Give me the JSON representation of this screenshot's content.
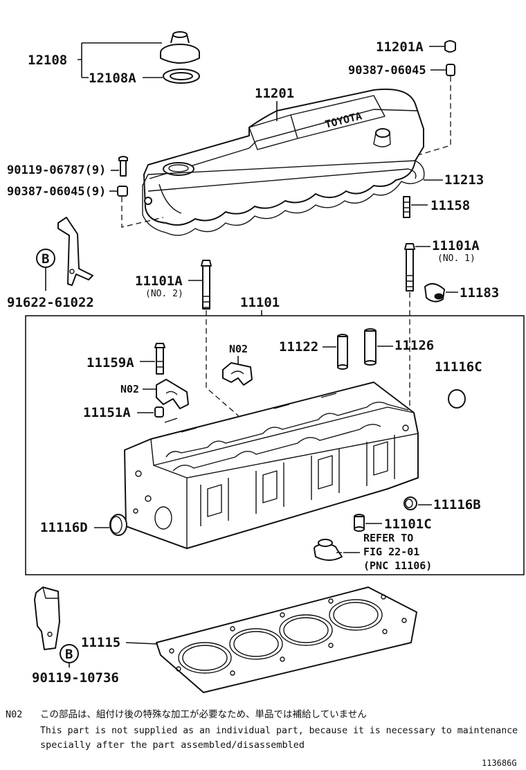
{
  "labels": {
    "p12108": "12108",
    "p12108A": "12108A",
    "p11201A": "11201A",
    "p90387_top": "90387-06045",
    "p11201": "11201",
    "p90119_06787": "90119-06787(9)",
    "p90387_9": "90387-06045(9)",
    "p11213": "11213",
    "p11158": "11158",
    "p11101A_no1": "11101A",
    "no1": "(NO. 1)",
    "p91622": "91622-61022",
    "p11101A_no2": "11101A",
    "no2": "(NO. 2)",
    "p11183": "11183",
    "p11101": "11101",
    "p11122": "11122",
    "p11126": "11126",
    "p11159A": "11159A",
    "n02_a": "N02",
    "n02_b": "N02",
    "p11116C": "11116C",
    "p11151A": "11151A",
    "p11116B": "11116B",
    "p11116D": "11116D",
    "p11101C": "11101C",
    "refer1": "REFER TO",
    "refer2": "FIG 22-01",
    "refer3": "(PNC 11106)",
    "p11115": "11115",
    "p90119_10736": "90119-10736",
    "b1": "B",
    "b2": "B"
  },
  "note": {
    "code": "N02",
    "japanese": "この部品は、組付け後の特殊な加工が必要なため、単品では補給していません",
    "english1": "This part is not supplied as an individual part, because it is necessary to maintenance",
    "english2": "specially after the part assembled/disassembled"
  },
  "figure_id": "113686G"
}
